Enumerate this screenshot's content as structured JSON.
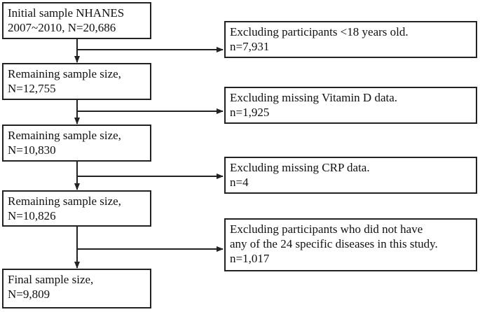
{
  "flow": {
    "main": [
      {
        "lines": [
          "Initial sample NHANES",
          "2007~2010,  N=20,686"
        ]
      },
      {
        "lines": [
          "Remaining sample size,",
          "N=12,755"
        ]
      },
      {
        "lines": [
          "Remaining sample size,",
          "N=10,830"
        ]
      },
      {
        "lines": [
          "Remaining sample size,",
          "N=10,826"
        ]
      },
      {
        "lines": [
          "Final sample size,",
          "N=9,809"
        ]
      }
    ],
    "exclusions": [
      {
        "lines": [
          "Excluding participants <18 years old.",
          "n=7,931"
        ]
      },
      {
        "lines": [
          "Excluding missing Vitamin D  data.",
          "n=1,925"
        ]
      },
      {
        "lines": [
          "Excluding missing CRP data.",
          "n=4"
        ]
      },
      {
        "lines": [
          "Excluding participants who did not have",
          "any of the 24 specific diseases in this study.",
          "n=1,017"
        ]
      }
    ]
  },
  "colors": {
    "line": "#222222",
    "text": "#111111",
    "background": "#ffffff"
  }
}
